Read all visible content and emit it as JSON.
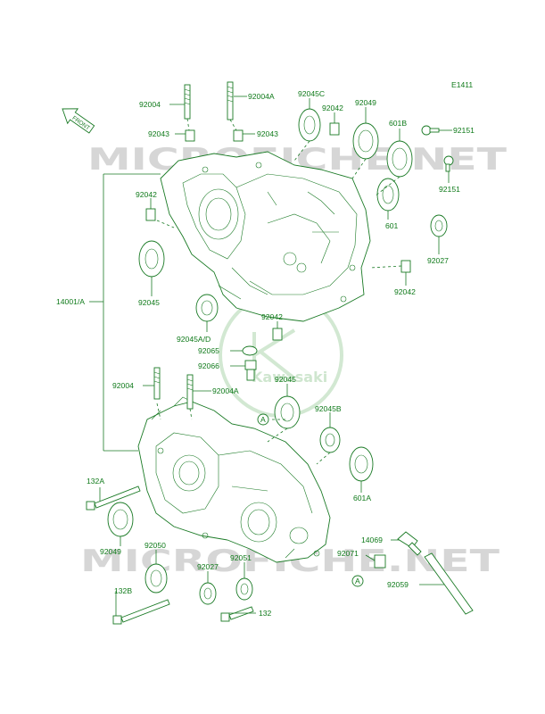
{
  "diagram_code": "E1411",
  "front_arrow_label": "FRONT",
  "watermark": {
    "text": "MICROFICHE.NET",
    "logo_text": "Kawasaki"
  },
  "colors": {
    "line": "#1a7a25",
    "label": "#0f7a1a",
    "watermark": "#d6d6d6"
  },
  "labels": {
    "l_92004_top": "92004",
    "l_92004A_top": "92004A",
    "l_92045C": "92045C",
    "l_92042_top": "92042",
    "l_92049_top": "92049",
    "l_92043_left": "92043",
    "l_92043_right": "92043",
    "l_601B": "601B",
    "l_92151_a": "92151",
    "l_92151_b": "92151",
    "l_92042_left": "92042",
    "l_601": "601",
    "l_92027_right": "92027",
    "l_14001A": "14001/A",
    "l_92042_right": "92042",
    "l_92045_left": "92045",
    "l_92045AD": "92045A/D",
    "l_92042_mid": "92042",
    "l_92065": "92065",
    "l_92066": "92066",
    "l_92045_mid": "92045",
    "l_92004_low": "92004",
    "l_92004A_low": "92004A",
    "l_92045B": "92045B",
    "l_132A": "132A",
    "l_601A": "601A",
    "l_92049_low": "92049",
    "l_92050": "92050",
    "l_92027_low": "92027",
    "l_92051": "92051",
    "l_14069": "14069",
    "l_92071": "92071",
    "l_92059": "92059",
    "l_132B": "132B",
    "l_132": "132",
    "ref_A1": "A",
    "ref_A2": "A"
  }
}
